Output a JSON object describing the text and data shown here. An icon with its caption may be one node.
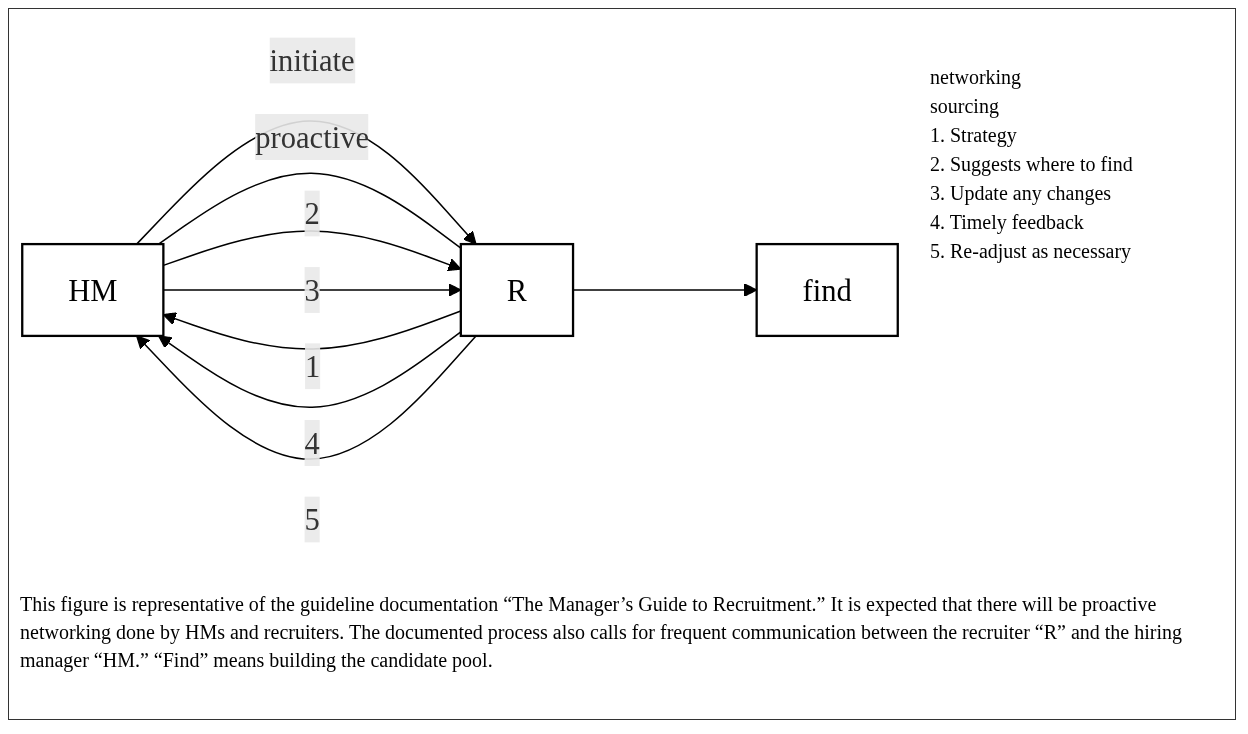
{
  "diagram": {
    "nodes": [
      {
        "text": [
          "HM"
        ]
      },
      {
        "text": [
          "R"
        ]
      },
      {
        "text": [
          "find"
        ]
      }
    ],
    "edges": [
      {
        "from": 0,
        "to": 1,
        "arrow": "to",
        "label": "initiate"
      },
      {
        "from": 1,
        "to": 2,
        "arrow": "to"
      },
      {
        "from": 0,
        "to": 1,
        "arrow": "none",
        "label": "proactive"
      },
      {
        "from": 1,
        "to": 0,
        "arrow": "to",
        "label": "1"
      },
      {
        "from": 0,
        "to": 1,
        "arrow": "to",
        "label": "2"
      },
      {
        "from": 0,
        "to": 1,
        "arrow": "to",
        "label": "3"
      },
      {
        "from": 1,
        "to": 0,
        "arrow": "to",
        "label": "4"
      },
      {
        "from": 1,
        "to": 0,
        "arrow": "to",
        "label": "5"
      }
    ],
    "labels": [
      "networking",
      "sourcing",
      "1. Strategy",
      "2. Suggests where to find",
      "3. Update any changes",
      "4. Timely feedback",
      "5. Re-adjust as necessary"
    ],
    "caption": "This figure is representative of the guideline documentation “The Manager’s Guide to Recruitment.” It is expected that there will be proactive networking done by HMs and recruiters. The documented process also calls for frequent communication between the recruiter “R” and the hiring manager “HM.” “Find” means building the candidate pool."
  }
}
